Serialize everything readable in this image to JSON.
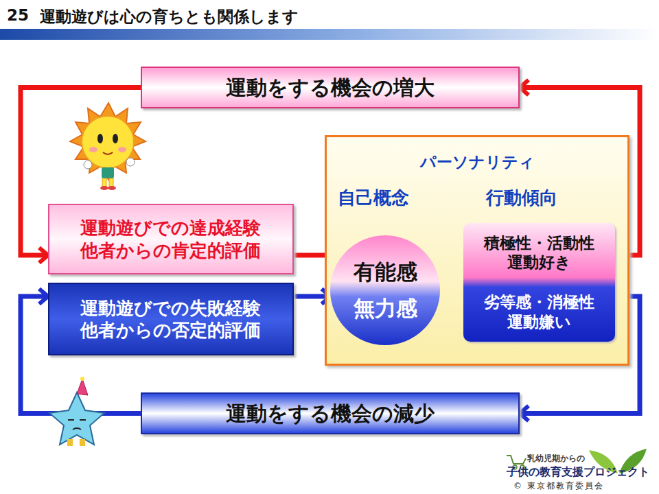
{
  "diagram": {
    "title": "運動遊びは心の育ちとも関係します",
    "nodes": [
      {
        "text": [
          "運動をする機会の増大"
        ]
      },
      {
        "text": [
          "運動遊びでの達成経験 他者からの肯定的評価"
        ]
      },
      {
        "text": [
          "運動遊びでの失敗経験 他者からの否定的評価"
        ]
      },
      {
        "text": [
          "パーソナリティ",
          "自己概念",
          "行動傾向"
        ]
      },
      {
        "text": [
          "有能感",
          "無力感"
        ],
        "in": 3
      },
      {
        "text": [
          "積極性・活動性 運動好き",
          "劣等感・消極性 運動嫌い"
        ],
        "in": 3
      },
      {
        "text": [
          "運動をする機会の減少"
        ]
      }
    ],
    "edges": [
      {
        "from": 0,
        "to": 1,
        "arrow": "to"
      },
      {
        "from": 1,
        "to": 4,
        "arrow": "to"
      },
      {
        "from": 2,
        "to": 4,
        "arrow": "to"
      },
      {
        "from": 4,
        "to": 5,
        "arrow": "to"
      },
      {
        "from": 4,
        "to": 5,
        "arrow": "to"
      },
      {
        "from": 5,
        "to": 0,
        "arrow": "to"
      },
      {
        "from": 5,
        "to": 6,
        "arrow": "to"
      },
      {
        "from": 6,
        "to": 2,
        "arrow": "to"
      }
    ],
    "labels": [
      "25",
      "乳幼児期からの",
      "子供の教育支援プロジェクト",
      "© 東京都教育委員会"
    ]
  }
}
